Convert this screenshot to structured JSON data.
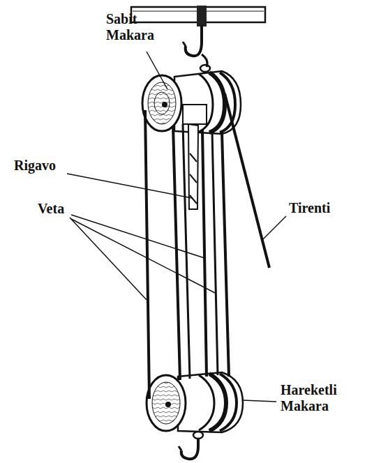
{
  "diagram": {
    "labels": [
      "Sabit Makara",
      "Rigavo",
      "Veta",
      "Tirenti",
      "Hareketli Makara"
    ]
  }
}
